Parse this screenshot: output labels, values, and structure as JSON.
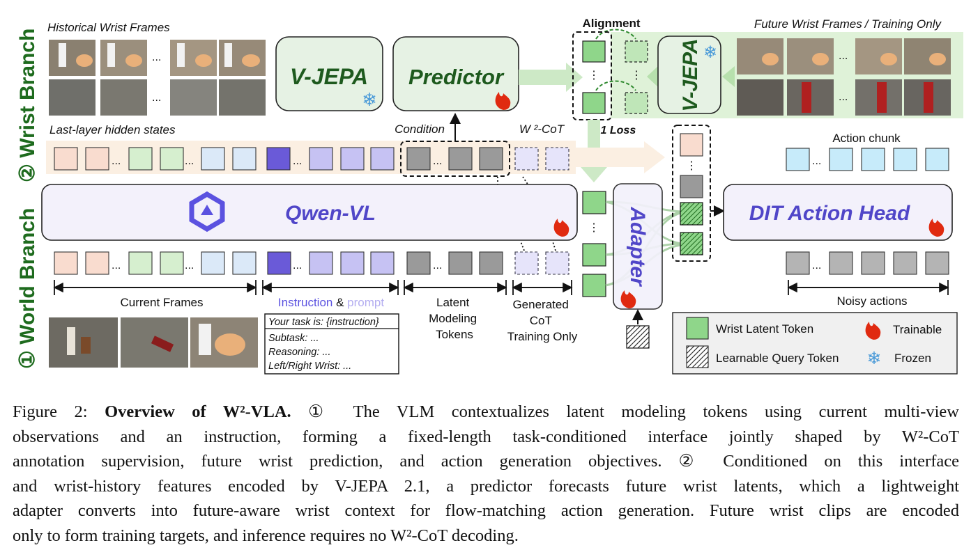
{
  "branches": {
    "wrist": "② Wrist Branch",
    "world": "① World Branch"
  },
  "labels": {
    "historical": "Historical Wrist Frames",
    "future_a": "Future Wrist Frames",
    "future_b": "/ Training Only",
    "hidden": "Last-layer hidden states",
    "condition": "Condition",
    "w2cot": "W ²-CoT",
    "alignment": "Alignment",
    "l1loss": "L1 Loss",
    "action_chunk": "Action chunk",
    "current_frames": "Current Frames",
    "instruction": "Instruction",
    "amp": " & ",
    "prompt": "prompt",
    "latent": [
      "Latent",
      "Modeling",
      "Tokens"
    ],
    "generated": [
      "Generated",
      "CoT",
      "Training Only"
    ],
    "noisy": "Noisy actions",
    "dots": "..."
  },
  "modules": {
    "vjepa": "V-JEPA",
    "predictor": "Predictor",
    "qwen": "Qwen-VL",
    "adapter": "Adapter",
    "dit": "DIT Action Head"
  },
  "prompt_box": {
    "header": "Your task is: {instruction}",
    "lines": [
      "Subtask: ...",
      "Reasoning: ...",
      "Left/Right Wrist: ..."
    ]
  },
  "legend": {
    "wrist_latent": "Wrist Latent Token",
    "trainable": "Trainable",
    "learnable_query": "Learnable Query Token",
    "frozen": "Frozen"
  },
  "caption": {
    "l1_a": "Figure 2: ",
    "l1_b": "Overview of ",
    "l1_c": "W²-VLA.",
    "l1_d": " ① The VLM contextualizes latent modeling tokens using current multi-view",
    "l2": "observations and an instruction, forming a fixed-length task-conditioned interface jointly shaped by W²-CoT",
    "l3": "annotation supervision, future wrist prediction, and action generation objectives. ② Conditioned on this interface",
    "l4": "and wrist-history features encoded by V-JEPA 2.1, a predictor forecasts future wrist latents, which a lightweight",
    "l5": "adapter converts into future-aware wrist context for flow-matching action generation. Future wrist clips are encoded",
    "l6": "only to form training targets, and inference requires no W²-CoT decoding."
  },
  "colors": {
    "green_module": "#e6f2e4",
    "green_dark": "#1e5a1e",
    "purple_text": "#5046c8",
    "qwen_fill": "#f3f1fb",
    "peach": "#f9dccf",
    "light_green": "#d6efcf",
    "light_blue": "#dbe9f8",
    "indigo": "#6a5ad8",
    "lavender": "#c6c2f3",
    "gray": "#9a9a9a",
    "token_green": "#8fd68a",
    "sky": "#c7ebfa"
  }
}
